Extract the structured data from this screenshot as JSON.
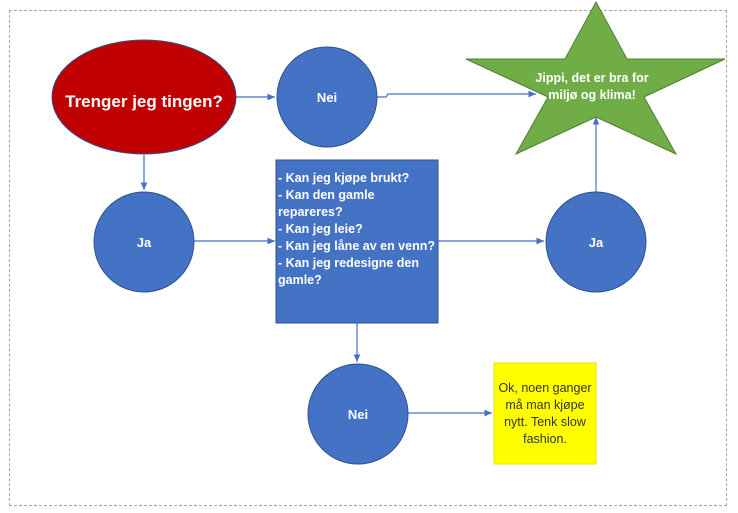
{
  "colors": {
    "frame": "#a6a6a6",
    "oval_fill": "#c00000",
    "circle_fill": "#4472c4",
    "box_fill": "#4472c4",
    "star_fill": "#70ad47",
    "note_fill": "#ffff00",
    "connector": "#4472c4"
  },
  "nodes": {
    "start": "Trenger jeg tingen?",
    "no_top": "Nei",
    "yes_left": "Ja",
    "questions": [
      "- Kan jeg kjøpe brukt?",
      "- Kan den gamle repareres?",
      "- Kan jeg leie?",
      "- Kan jeg låne av en venn?",
      "- Kan jeg redesigne den gamle?"
    ],
    "yes_right": "Ja",
    "no_bottom": "Nei",
    "good": "Jippi, det er bra for miljø og klima!",
    "buy_new": "Ok, noen ganger må man kjøpe nytt. Tenk slow fashion."
  }
}
